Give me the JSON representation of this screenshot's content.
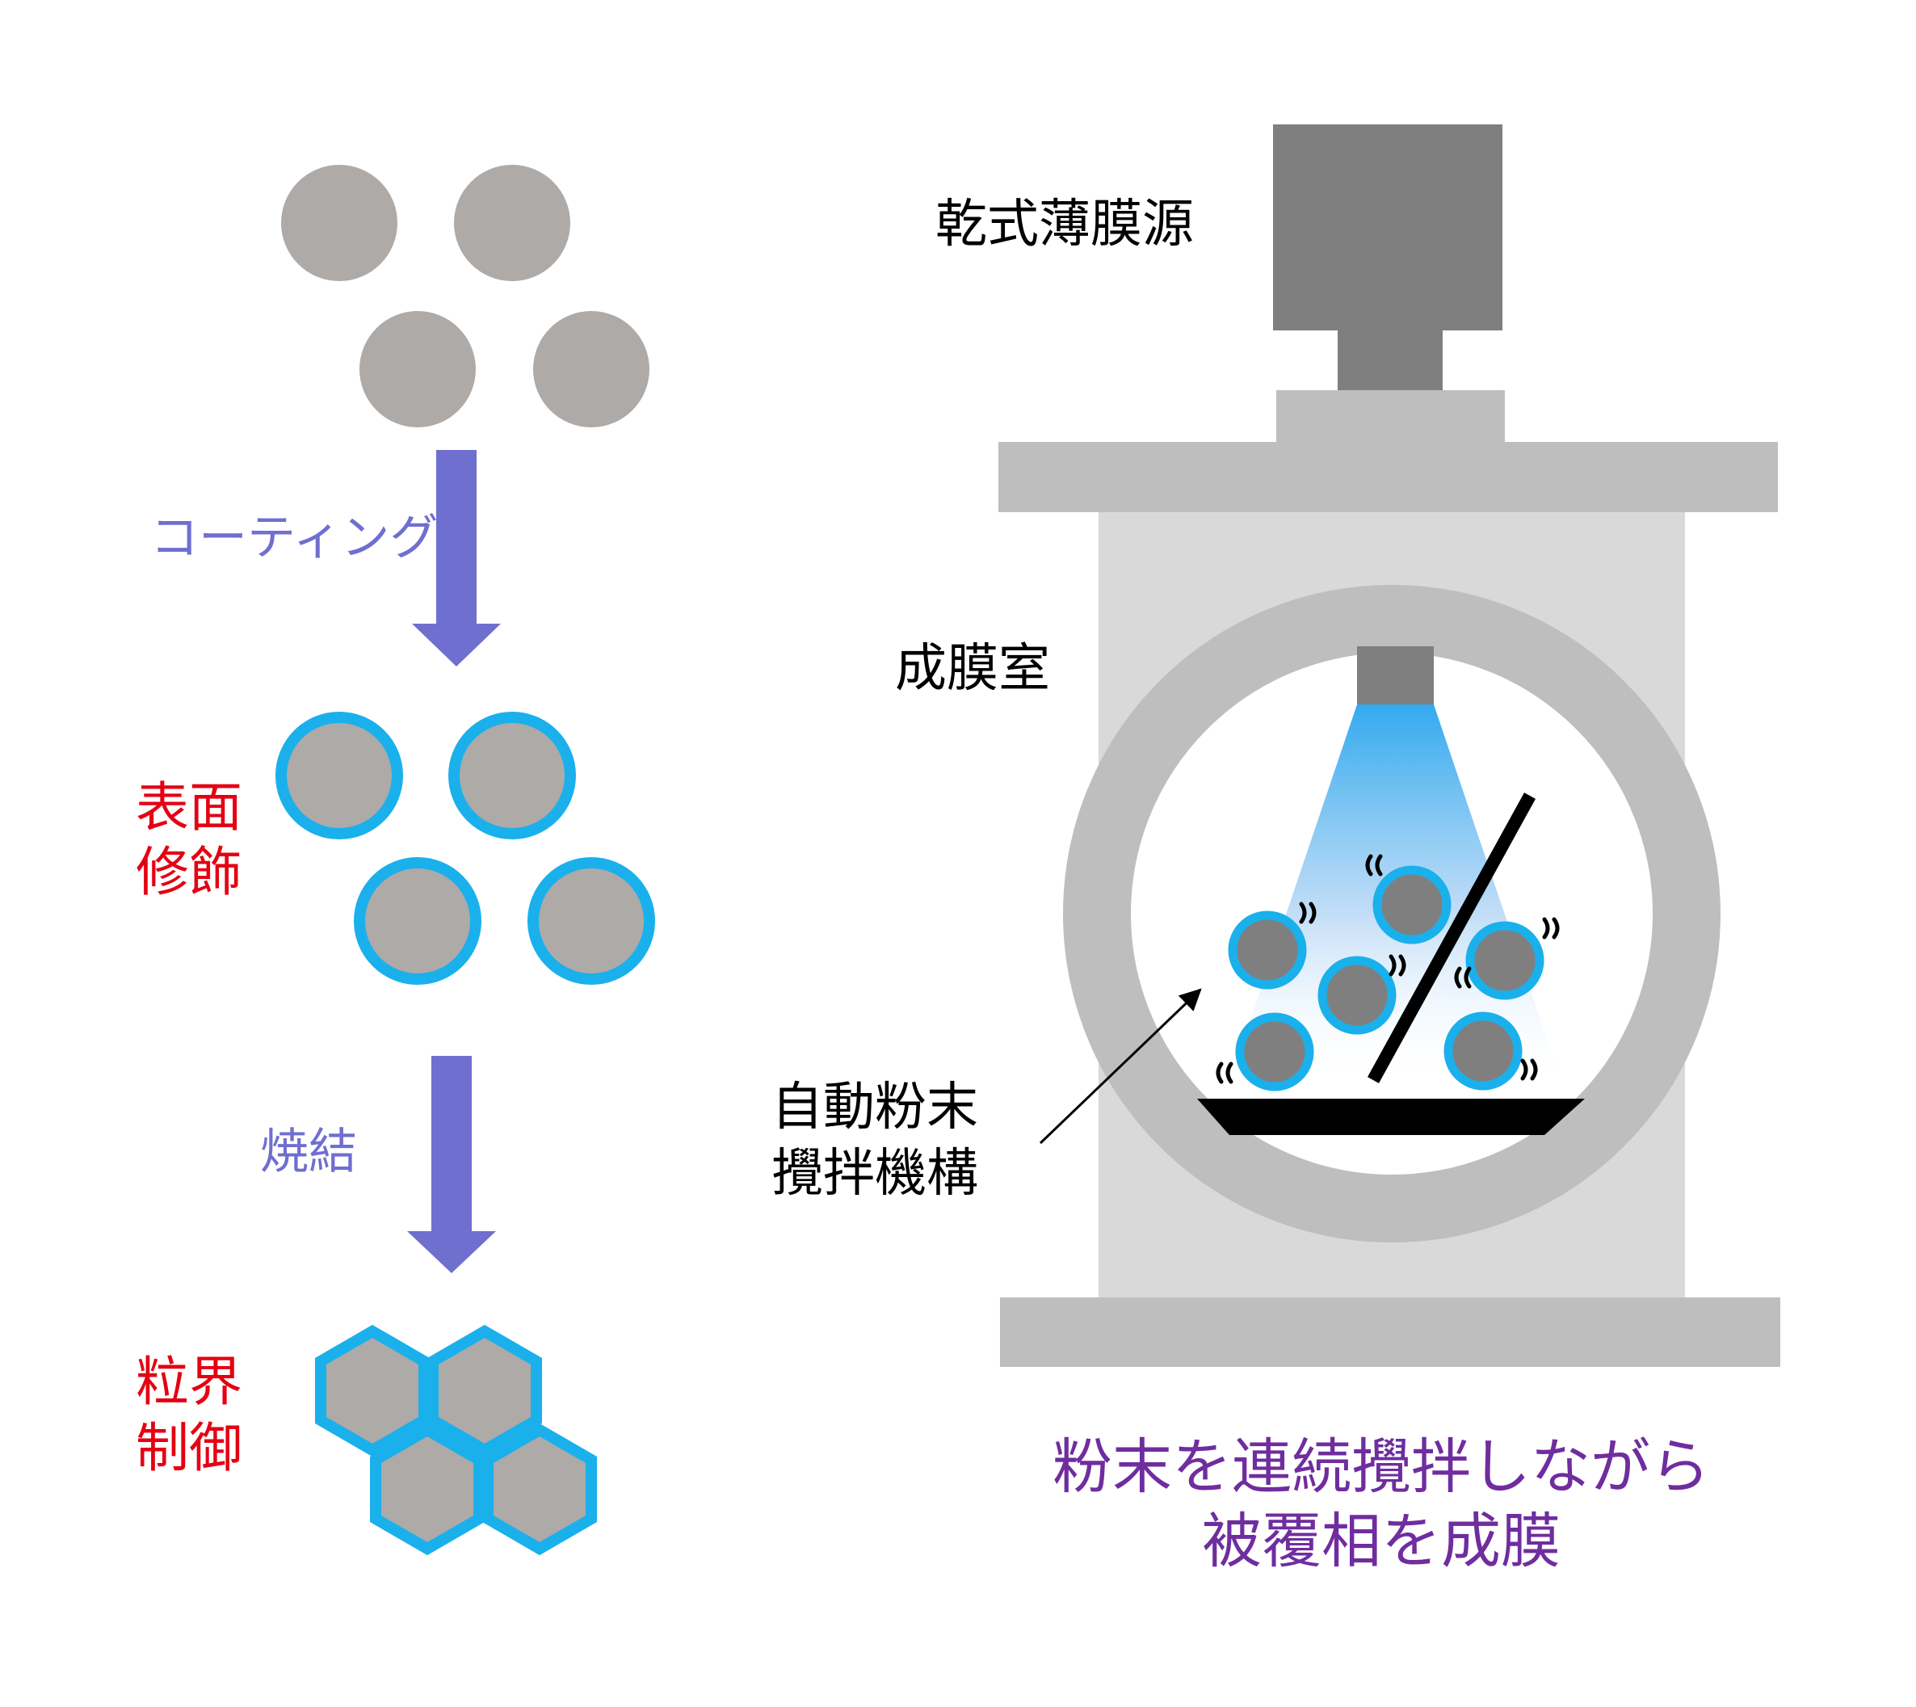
{
  "process": {
    "step1_arrow_label": "コーティング",
    "stage2_label": [
      "表面",
      "修飾"
    ],
    "step2_arrow_label": "焼結",
    "stage3_label": [
      "粒界",
      "制御"
    ]
  },
  "apparatus": {
    "source_label": "乾式薄膜源",
    "chamber_label": "成膜室",
    "stirrer_label": [
      "自動粉末",
      "攪拌機構"
    ]
  },
  "caption": [
    "粉末を連続攪拌しながら",
    "被覆相を成膜"
  ],
  "colors": {
    "particle": "#adaaa8",
    "particle_core": "#7f7f7f",
    "coating": "#1ab0ec",
    "arrow": "#6f6fd0",
    "red_label": "#e50012",
    "caption": "#6f2d9f",
    "source_dark": "#7f7f7f",
    "frame": "#bebebe",
    "chamber_body": "#d9d9d9"
  },
  "icons": {
    "wiggle": "vibration-mark",
    "arrow": "down-arrow"
  }
}
